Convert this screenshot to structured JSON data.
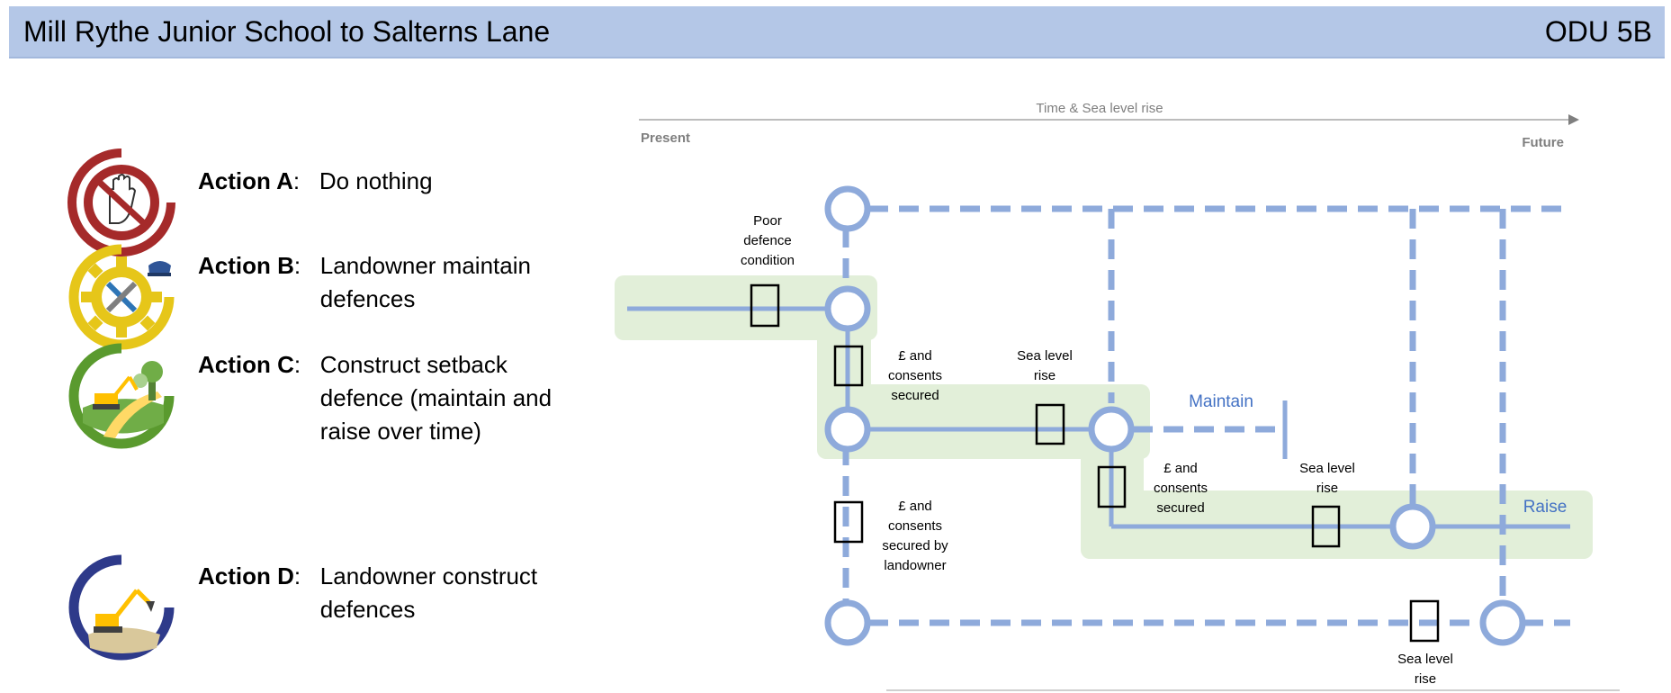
{
  "header": {
    "title": "Mill Rythe Junior School to Salterns Lane",
    "code": "ODU 5B"
  },
  "actions": [
    {
      "name": "Action A",
      "sep": ":",
      "desc_lines": [
        "Do nothing"
      ],
      "icon": "stop-hand-icon",
      "color": "#a52a2a"
    },
    {
      "name": "Action B",
      "sep": ":",
      "desc_lines": [
        "Landowner maintain",
        "defences"
      ],
      "icon": "gear-tools-icon",
      "color": "#e6c619"
    },
    {
      "name": "Action C",
      "sep": ":",
      "desc_lines": [
        "Construct setback",
        "defence (maintain and",
        "raise over time)"
      ],
      "icon": "excavator-landscape-icon",
      "color": "#5a9a2e"
    },
    {
      "name": "Action D",
      "sep": ":",
      "desc_lines": [
        "Landowner construct",
        "defences"
      ],
      "icon": "excavator-icon",
      "color": "#2e3a8a"
    }
  ],
  "timeline": {
    "axis_label": "Time & Sea level rise",
    "start_label": "Present",
    "end_label": "Future"
  },
  "diagram": {
    "labels": {
      "poor_defence": [
        "Poor",
        "defence",
        "condition"
      ],
      "funds_1": [
        "£ and",
        "consents",
        "secured"
      ],
      "slr_1": [
        "Sea level",
        "rise"
      ],
      "maintain": "Maintain",
      "funds_2": [
        "£ and",
        "consents",
        "secured"
      ],
      "slr_2": [
        "Sea level",
        "rise"
      ],
      "raise": "Raise",
      "funds_landowner": [
        "£ and",
        "consents",
        "secured by",
        "landowner"
      ],
      "slr_3": [
        "Sea level",
        "rise"
      ]
    },
    "colors": {
      "route": "#8eaadb",
      "highlight": "#e2efd9",
      "label_blue": "#4472c4"
    }
  }
}
